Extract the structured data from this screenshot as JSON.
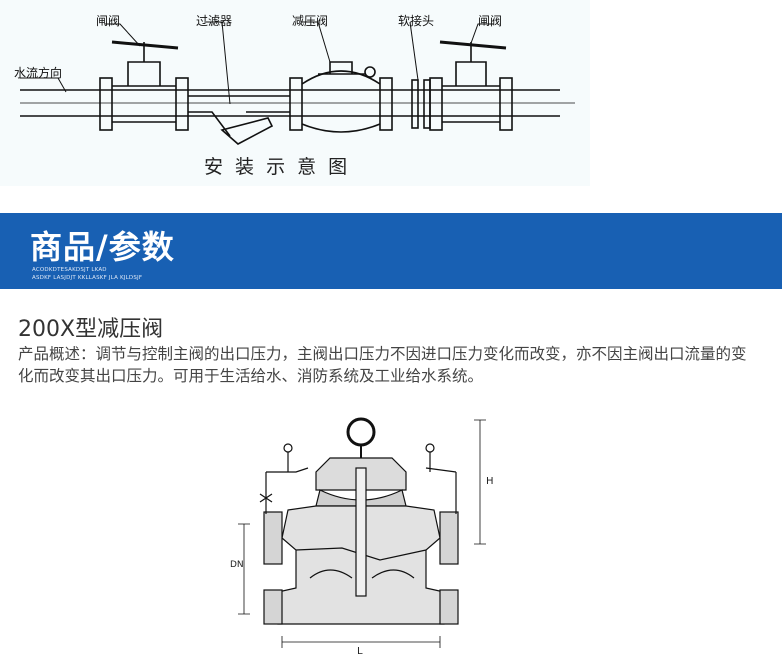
{
  "install_diagram": {
    "labels": {
      "gate_valve_left": "闸阀",
      "filter": "过滤器",
      "reducer_valve": "减压阀",
      "soft_joint": "软接头",
      "gate_valve_right": "闸阀",
      "flow_direction": "水流方向"
    },
    "caption": "安 装 示 意 图",
    "colors": {
      "background": "#f6fbfc",
      "line": "#111111"
    }
  },
  "section_header": {
    "title": "商品/参数",
    "subtitle_line1": "ACODKDTESAKDSJT LKAD",
    "subtitle_line2": "ASDKF LASJDJT KKLLASKF JLA KJLDSJF",
    "color": "#1860b3"
  },
  "product": {
    "name": "200X型减压阀",
    "desc_label": "产品概述：",
    "desc_text": "调节与控制主阀的出口压力，主阀出口压力不因进口压力变化而改变，亦不因主阀出口流量的变化而改变其出口压力。可用于生活给水、消防系统及工业给水系统。"
  },
  "technical_drawing": {
    "dim_h": "H",
    "dim_dn": "DN",
    "dim_l": "L"
  }
}
